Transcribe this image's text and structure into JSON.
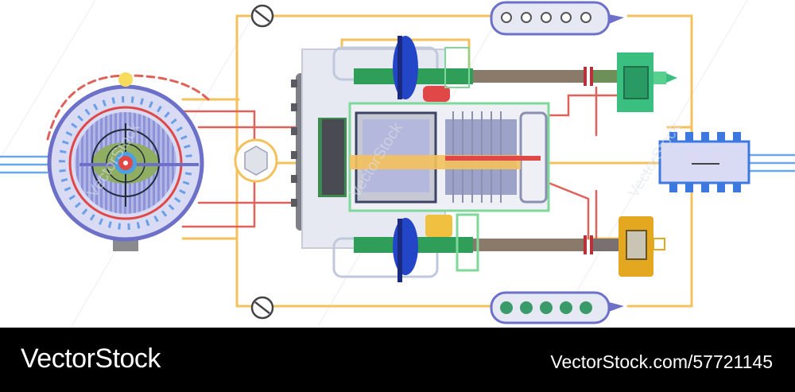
{
  "footer": {
    "brand": "VectorStock",
    "image_id": "VectorStock.com/57721145"
  },
  "watermark": {
    "text": "VectorStock"
  },
  "colors": {
    "wire_yellow": "#f4c15c",
    "wire_red": "#e0605a",
    "wire_red_dark": "#b8303a",
    "dial_blue": "#6c70c8",
    "dial_fill": "#b8bde8",
    "dial_red": "#e04848",
    "green": "#2f9e58",
    "green_light": "#7ed89a",
    "blue_spool": "#2346c8",
    "chip_blue": "#3c78e0",
    "gold": "#e4a820",
    "grey": "#a9aab0",
    "rod": "#8a7a6a",
    "footer_bg": "#000000"
  }
}
